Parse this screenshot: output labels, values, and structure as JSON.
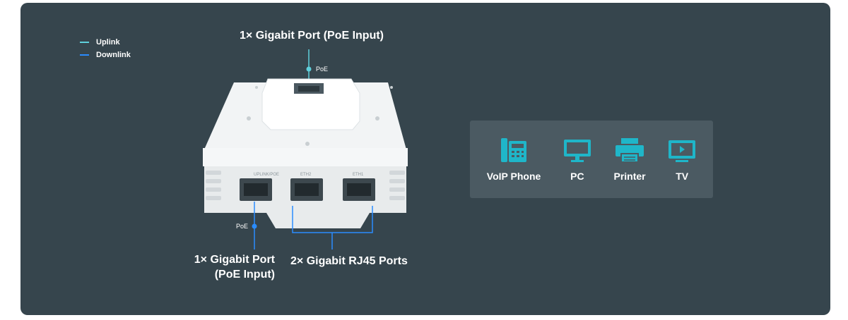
{
  "legend": [
    {
      "label": "Uplink",
      "color": "#5fd0dc"
    },
    {
      "label": "Downlink",
      "color": "#2a8cff"
    }
  ],
  "top_heading": "1× Gigabit Port (PoE Input)",
  "top_poe_tag": "PoE",
  "bottom_poe_tag": "PoE",
  "bottom_left_heading": {
    "line1": "1× Gigabit Port",
    "line2": "(PoE Input)"
  },
  "bottom_right_heading": "2× Gigabit RJ45 Ports",
  "port_labels": [
    "UPLINK/POE",
    "ETH2",
    "ETH1"
  ],
  "devices": [
    {
      "label": "VoIP Phone",
      "icon": "voip-phone-icon"
    },
    {
      "label": "PC",
      "icon": "pc-monitor-icon"
    },
    {
      "label": "Printer",
      "icon": "printer-icon"
    },
    {
      "label": "TV",
      "icon": "tv-icon"
    }
  ],
  "colors": {
    "background": "#36454d",
    "card": "#4b5a62",
    "icon": "#1fb6c9",
    "uplink": "#5fd0dc",
    "downlink": "#2a8cff"
  }
}
